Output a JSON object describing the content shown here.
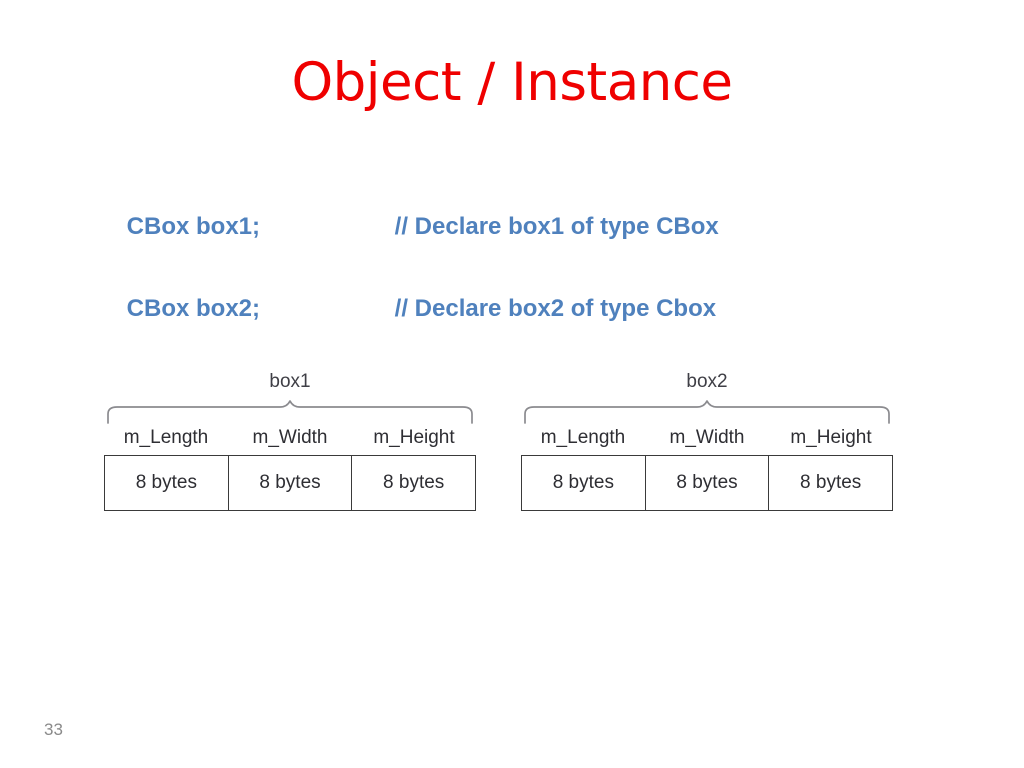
{
  "slide": {
    "title": "Object / Instance",
    "title_color": "#ef0000",
    "page_number": "33",
    "background_color": "#ffffff"
  },
  "code": {
    "text_color": "#4f81bd",
    "lines": [
      {
        "declaration": "CBox box1;",
        "comment": "// Declare box1 of type CBox"
      },
      {
        "declaration": "CBox box2;",
        "comment": "// Declare box2 of type Cbox"
      }
    ]
  },
  "diagrams": [
    {
      "label": "box1",
      "members": [
        "m_Length",
        "m_Width",
        "m_Height"
      ],
      "sizes": [
        "8 bytes",
        "8 bytes",
        "8 bytes"
      ]
    },
    {
      "label": "box2",
      "members": [
        "m_Length",
        "m_Width",
        "m_Height"
      ],
      "sizes": [
        "8 bytes",
        "8 bytes",
        "8 bytes"
      ]
    }
  ],
  "icons": {
    "brace": "curly-brace-icon"
  }
}
